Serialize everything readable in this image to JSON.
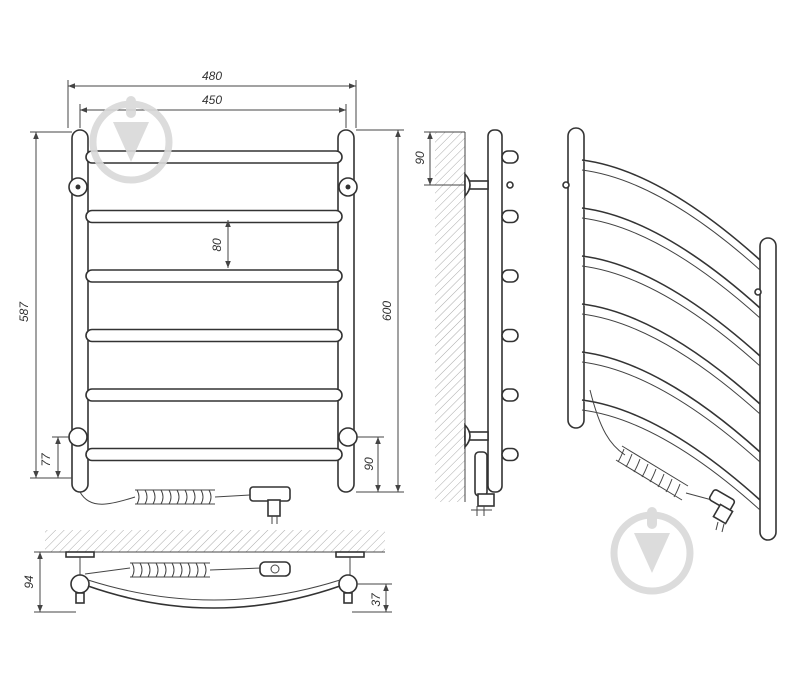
{
  "dimensions": {
    "width_outer": "480",
    "width_inner": "450",
    "height_total": "600",
    "height_axis": "587",
    "bar_spacing": "80",
    "bottom_offset_left": "77",
    "bottom_offset_right": "90",
    "side_top_offset": "90",
    "bottom_depth": "94",
    "bottom_curve": "37"
  },
  "front_view": {
    "bar_count": 6
  },
  "watermark": {
    "icon": "water-drop-watermark-icon",
    "color": "#d9d9d9"
  },
  "colors": {
    "line": "#333333",
    "hatch": "#999999"
  }
}
